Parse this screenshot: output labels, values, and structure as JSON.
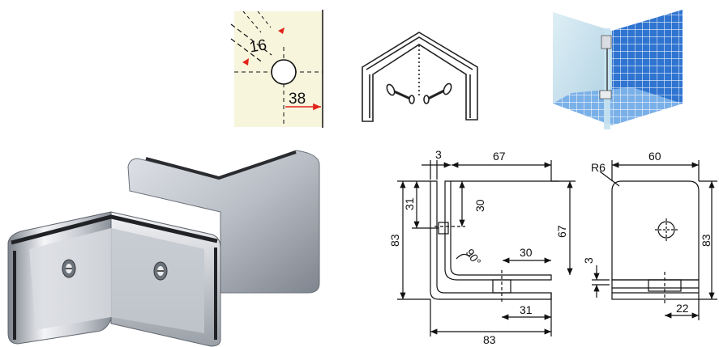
{
  "hole_detail": {
    "hole_spacing": "16",
    "edge_distance": "38"
  },
  "side_view": {
    "thickness": "3",
    "leg_length": "67",
    "inner_height": "30",
    "plate_height": "31",
    "total_height": "83",
    "angle": "90°",
    "slot_depth": "30",
    "base_offset": "31",
    "overall_width": "83"
  },
  "front_view": {
    "corner_radius": "R6",
    "width": "60",
    "height": "83",
    "gap": "3",
    "offset": "22"
  },
  "colors": {
    "chrome_light": "#e6e8ec",
    "chrome_dark": "#5c6068",
    "beige": "#f7f5dc",
    "tile_blue": "#3a7bd5",
    "arrow_red": "#e2231a"
  }
}
